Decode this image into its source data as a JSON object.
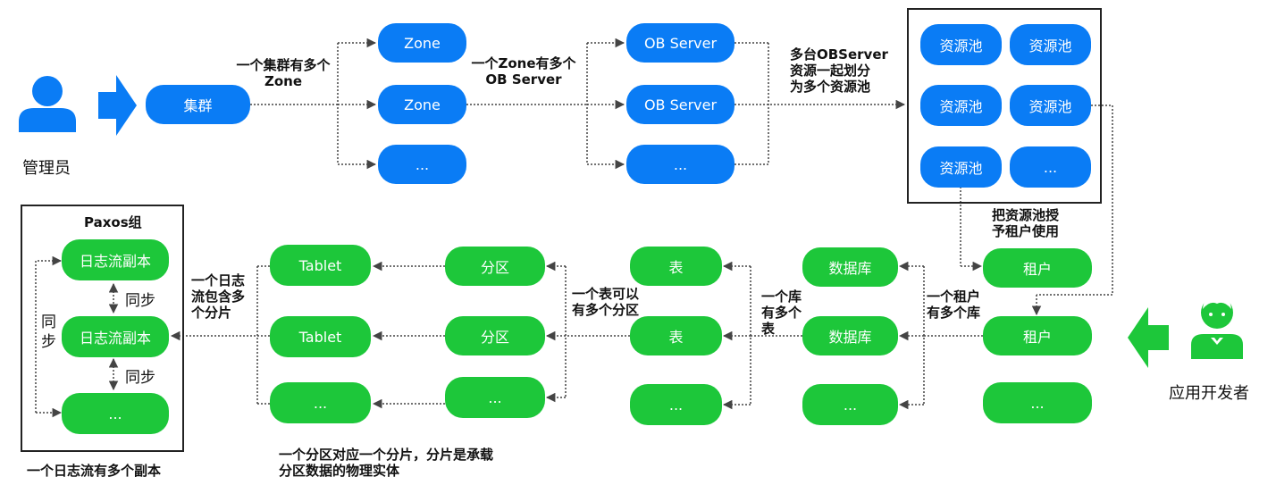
{
  "colors": {
    "blue": "#0a7cf5",
    "green": "#1dc73a",
    "connector": "#444444"
  },
  "icons": {
    "admin": "person-icon",
    "developer": "developer-person-icon",
    "arrow": "arrow-right-icon"
  },
  "actors": {
    "admin": "管理员",
    "developer": "应用开发者"
  },
  "top": {
    "cluster": "集群",
    "zones": [
      "Zone",
      "Zone",
      "..."
    ],
    "servers": [
      "OB Server",
      "OB Server",
      "..."
    ],
    "pools": [
      "资源池",
      "资源池",
      "资源池",
      "资源池",
      "资源池",
      "..."
    ],
    "label_cluster_zone": [
      "一个集群有多个",
      "Zone"
    ],
    "label_zone_server": [
      "一个Zone有多个",
      "OB Server"
    ],
    "label_server_pool": [
      "多台OBServer",
      "资源一起划分",
      "为多个资源池"
    ]
  },
  "bottom": {
    "tenants": [
      "租户",
      "租户",
      "..."
    ],
    "databases": [
      "数据库",
      "数据库",
      "..."
    ],
    "tables": [
      "表",
      "表",
      "..."
    ],
    "partitions": [
      "分区",
      "分区",
      "..."
    ],
    "tablets": [
      "Tablet",
      "Tablet",
      "..."
    ],
    "replicas": [
      "日志流副本",
      "日志流副本",
      "..."
    ],
    "paxos_title": "Paxos组",
    "sync": "同步",
    "label_grant": [
      "把资源池授",
      "予租户使用"
    ],
    "label_tenant_db": [
      "一个租户",
      "有多个库"
    ],
    "label_db_table": [
      "一个库",
      "有多个",
      "表"
    ],
    "label_table_part": [
      "一个表可以",
      "有多个分区"
    ],
    "label_logstream": [
      "一个日志",
      "流包含多",
      "个分片"
    ],
    "label_partition": [
      "一个分区对应一个分片，分片是承载",
      "分区数据的物理实体"
    ],
    "label_paxos": "一个日志流有多个副本"
  }
}
